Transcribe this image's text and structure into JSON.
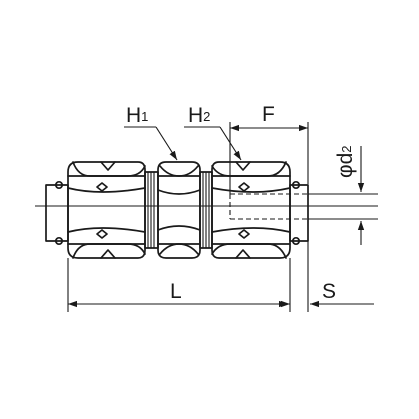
{
  "dimensions": {
    "h1": {
      "main": "H",
      "sub": "1"
    },
    "h2": {
      "main": "H",
      "sub": "2"
    },
    "f": "F",
    "d2": {
      "prefix": "φd",
      "sub": "2"
    },
    "l": "L",
    "s": "S"
  }
}
